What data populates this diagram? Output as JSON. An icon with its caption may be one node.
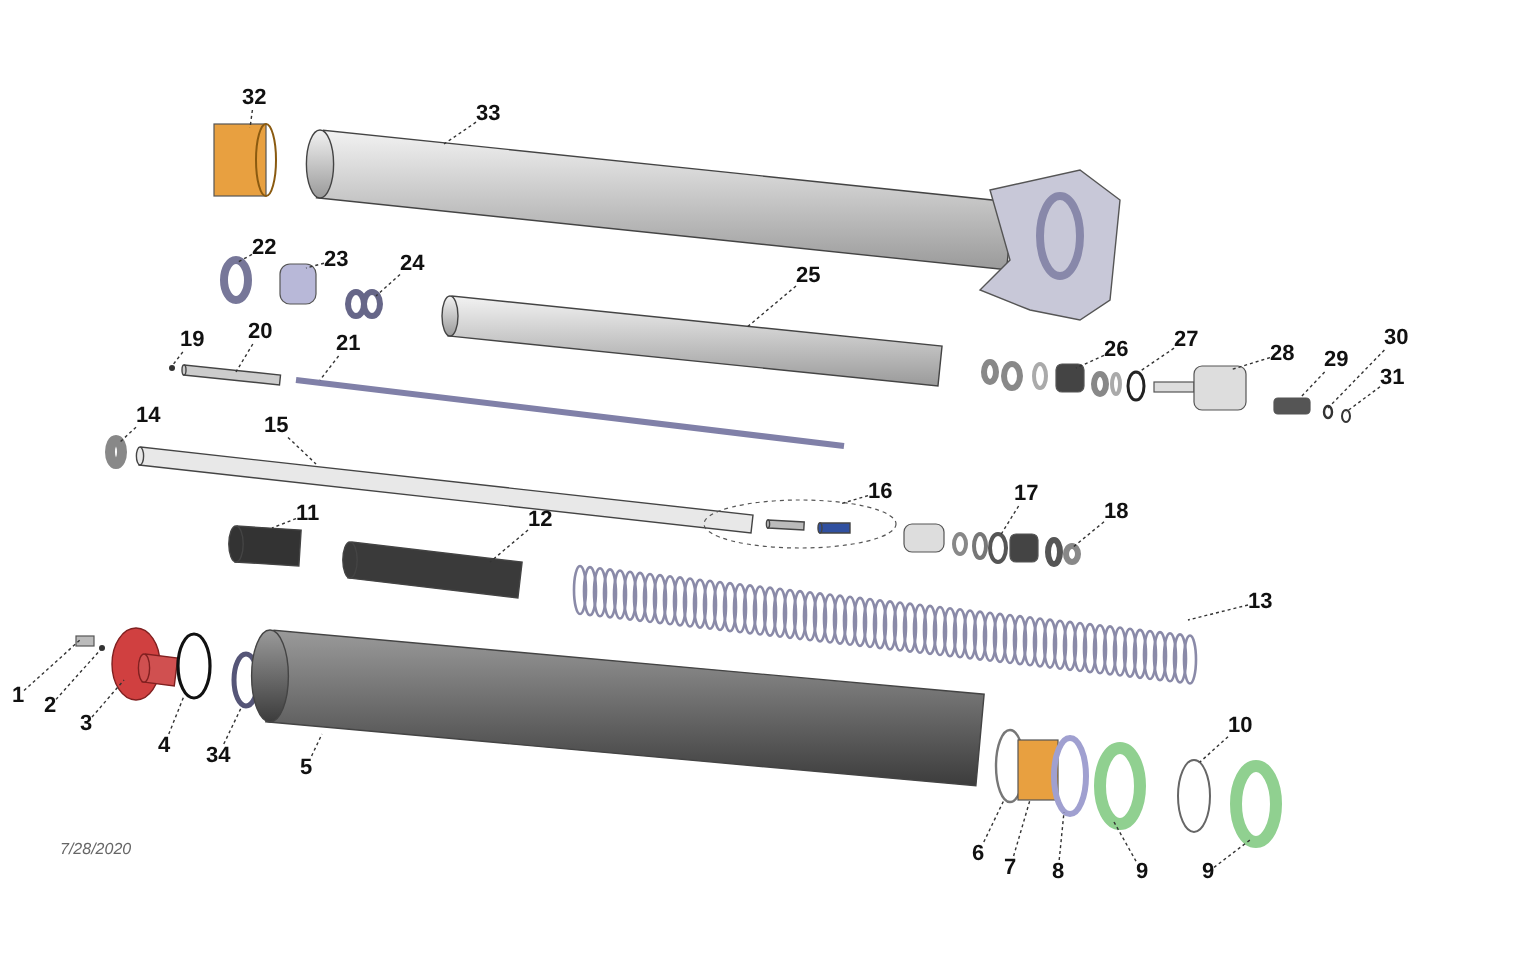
{
  "diagram": {
    "nodes": [
      {
        "text": [
          "32"
        ]
      },
      {
        "text": [
          "33"
        ]
      },
      {
        "text": [
          "22"
        ]
      },
      {
        "text": [
          "23"
        ]
      },
      {
        "text": [
          "24"
        ]
      },
      {
        "text": [
          "25"
        ]
      },
      {
        "text": [
          "19"
        ]
      },
      {
        "text": [
          "20"
        ]
      },
      {
        "text": [
          "21"
        ]
      },
      {
        "text": [
          "26"
        ]
      },
      {
        "text": [
          "27"
        ]
      },
      {
        "text": [
          "28"
        ]
      },
      {
        "text": [
          "29"
        ]
      },
      {
        "text": [
          "30"
        ]
      },
      {
        "text": [
          "14"
        ]
      },
      {
        "text": [
          "15"
        ]
      },
      {
        "text": [
          "31"
        ]
      },
      {
        "text": [
          "16"
        ]
      },
      {
        "text": [
          "17"
        ]
      },
      {
        "text": [
          "18"
        ]
      },
      {
        "text": [
          "11"
        ]
      },
      {
        "text": [
          "12"
        ]
      },
      {
        "text": [
          "13"
        ]
      },
      {
        "text": [
          "1"
        ]
      },
      {
        "text": [
          "2"
        ]
      },
      {
        "text": [
          "3"
        ]
      },
      {
        "text": [
          "4"
        ]
      },
      {
        "text": [
          "34"
        ]
      },
      {
        "text": [
          "5"
        ]
      },
      {
        "text": [
          "10"
        ]
      },
      {
        "text": [
          "6"
        ]
      },
      {
        "text": [
          "7"
        ]
      },
      {
        "text": [
          "8"
        ]
      },
      {
        "text": [
          "9"
        ]
      },
      {
        "text": [
          "9"
        ]
      },
      {
        "text": [],
        "shape": "cylinder"
      },
      {
        "text": [],
        "shape": "picture"
      },
      {
        "text": [],
        "shape": "circle"
      },
      {
        "text": [],
        "shape": "box"
      },
      {
        "text": [],
        "shape": "circle"
      },
      {
        "text": [],
        "shape": "cylinder"
      },
      {
        "text": [],
        "shape": "circle"
      },
      {
        "text": [],
        "shape": "bar"
      },
      {
        "text": [],
        "shape": "bar"
      },
      {
        "text": [],
        "shape": "picture"
      },
      {
        "text": [],
        "shape": "circle"
      },
      {
        "text": [],
        "shape": "cylinder"
      },
      {
        "text": [],
        "shape": "box"
      },
      {
        "text": [],
        "shape": "circle"
      },
      {
        "text": [],
        "shape": "circle"
      },
      {
        "text": [],
        "shape": "bar"
      },
      {
        "text": [],
        "shape": "circle"
      },
      {
        "text": [],
        "shape": "picture"
      },
      {
        "text": [],
        "shape": "picture"
      },
      {
        "text": [],
        "shape": "circle"
      },
      {
        "text": [],
        "shape": "cylinder"
      },
      {
        "text": [],
        "shape": "cylinder"
      },
      {
        "text": [],
        "shape": "picture"
      },
      {
        "text": [],
        "shape": "box"
      },
      {
        "text": [],
        "shape": "circle"
      },
      {
        "text": [],
        "shape": "picture"
      },
      {
        "text": [],
        "shape": "circle"
      },
      {
        "text": [],
        "shape": "circle"
      },
      {
        "text": [],
        "shape": "cylinder"
      },
      {
        "text": [],
        "shape": "circle"
      },
      {
        "text": [],
        "shape": "circle"
      },
      {
        "text": [],
        "shape": "cylinder"
      },
      {
        "text": [],
        "shape": "circle"
      },
      {
        "text": [],
        "shape": "circle"
      },
      {
        "text": [],
        "shape": "circle"
      }
    ],
    "edges": [
      {
        "from": 0,
        "to": 35,
        "arrow": "none"
      },
      {
        "from": 1,
        "to": 36,
        "arrow": "none"
      },
      {
        "from": 2,
        "to": 37,
        "arrow": "none"
      },
      {
        "from": 3,
        "to": 38,
        "arrow": "none"
      },
      {
        "from": 4,
        "to": 39,
        "arrow": "none"
      },
      {
        "from": 5,
        "to": 40,
        "arrow": "none"
      },
      {
        "from": 6,
        "to": 41,
        "arrow": "none"
      },
      {
        "from": 7,
        "to": 42,
        "arrow": "none"
      },
      {
        "from": 8,
        "to": 43,
        "arrow": "none"
      },
      {
        "from": 9,
        "to": 44,
        "arrow": "none"
      },
      {
        "from": 10,
        "to": 45,
        "arrow": "none"
      },
      {
        "from": 11,
        "to": 46,
        "arrow": "none"
      },
      {
        "from": 12,
        "to": 47,
        "arrow": "none"
      },
      {
        "from": 13,
        "to": 48,
        "arrow": "none"
      },
      {
        "from": 14,
        "to": 49,
        "arrow": "none"
      },
      {
        "from": 15,
        "to": 50,
        "arrow": "none"
      },
      {
        "from": 16,
        "to": 51,
        "arrow": "none"
      },
      {
        "from": 17,
        "to": 52,
        "arrow": "none"
      },
      {
        "from": 18,
        "to": 53,
        "arrow": "none"
      },
      {
        "from": 19,
        "to": 54,
        "arrow": "none"
      },
      {
        "from": 20,
        "to": 55,
        "arrow": "none"
      },
      {
        "from": 21,
        "to": 56,
        "arrow": "none"
      },
      {
        "from": 22,
        "to": 57,
        "arrow": "none"
      },
      {
        "from": 23,
        "to": 58,
        "arrow": "none"
      },
      {
        "from": 24,
        "to": 59,
        "arrow": "none"
      },
      {
        "from": 25,
        "to": 60,
        "arrow": "none"
      },
      {
        "from": 26,
        "to": 61,
        "arrow": "none"
      },
      {
        "from": 27,
        "to": 62,
        "arrow": "none"
      },
      {
        "from": 28,
        "to": 63,
        "arrow": "none"
      },
      {
        "from": 29,
        "to": 64,
        "arrow": "none"
      },
      {
        "from": 30,
        "to": 65,
        "arrow": "none"
      },
      {
        "from": 31,
        "to": 66,
        "arrow": "none"
      },
      {
        "from": 32,
        "to": 67,
        "arrow": "none"
      },
      {
        "from": 33,
        "to": 68,
        "arrow": "none"
      },
      {
        "from": 34,
        "to": 69,
        "arrow": "none"
      }
    ],
    "labels": [
      "7/28/2020"
    ]
  }
}
